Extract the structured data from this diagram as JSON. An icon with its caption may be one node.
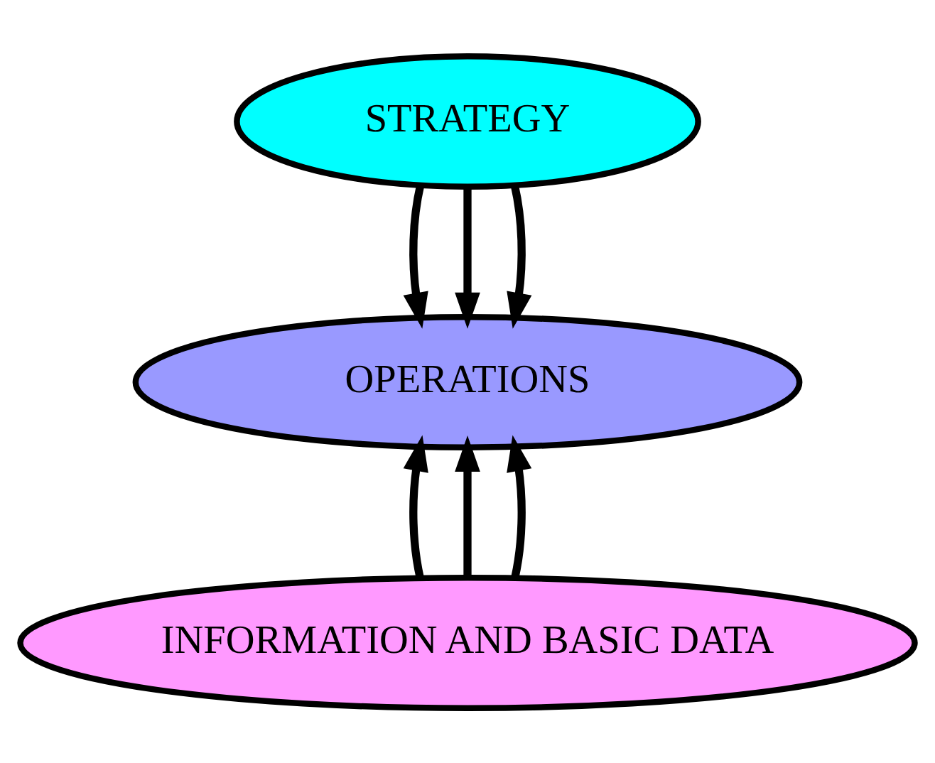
{
  "diagram": {
    "nodes": [
      {
        "text": [
          "STRATEGY"
        ]
      },
      {
        "text": [
          "OPERATIONS"
        ]
      },
      {
        "text": [
          "INFORMATION AND BASIC DATA"
        ]
      }
    ],
    "edges": [
      {
        "from": 0,
        "to": 1,
        "arrow": "to"
      },
      {
        "from": 0,
        "to": 1,
        "arrow": "to"
      },
      {
        "from": 0,
        "to": 1,
        "arrow": "to"
      },
      {
        "from": 2,
        "to": 1,
        "arrow": "to"
      },
      {
        "from": 2,
        "to": 1,
        "arrow": "to"
      },
      {
        "from": 2,
        "to": 1,
        "arrow": "to"
      }
    ]
  }
}
